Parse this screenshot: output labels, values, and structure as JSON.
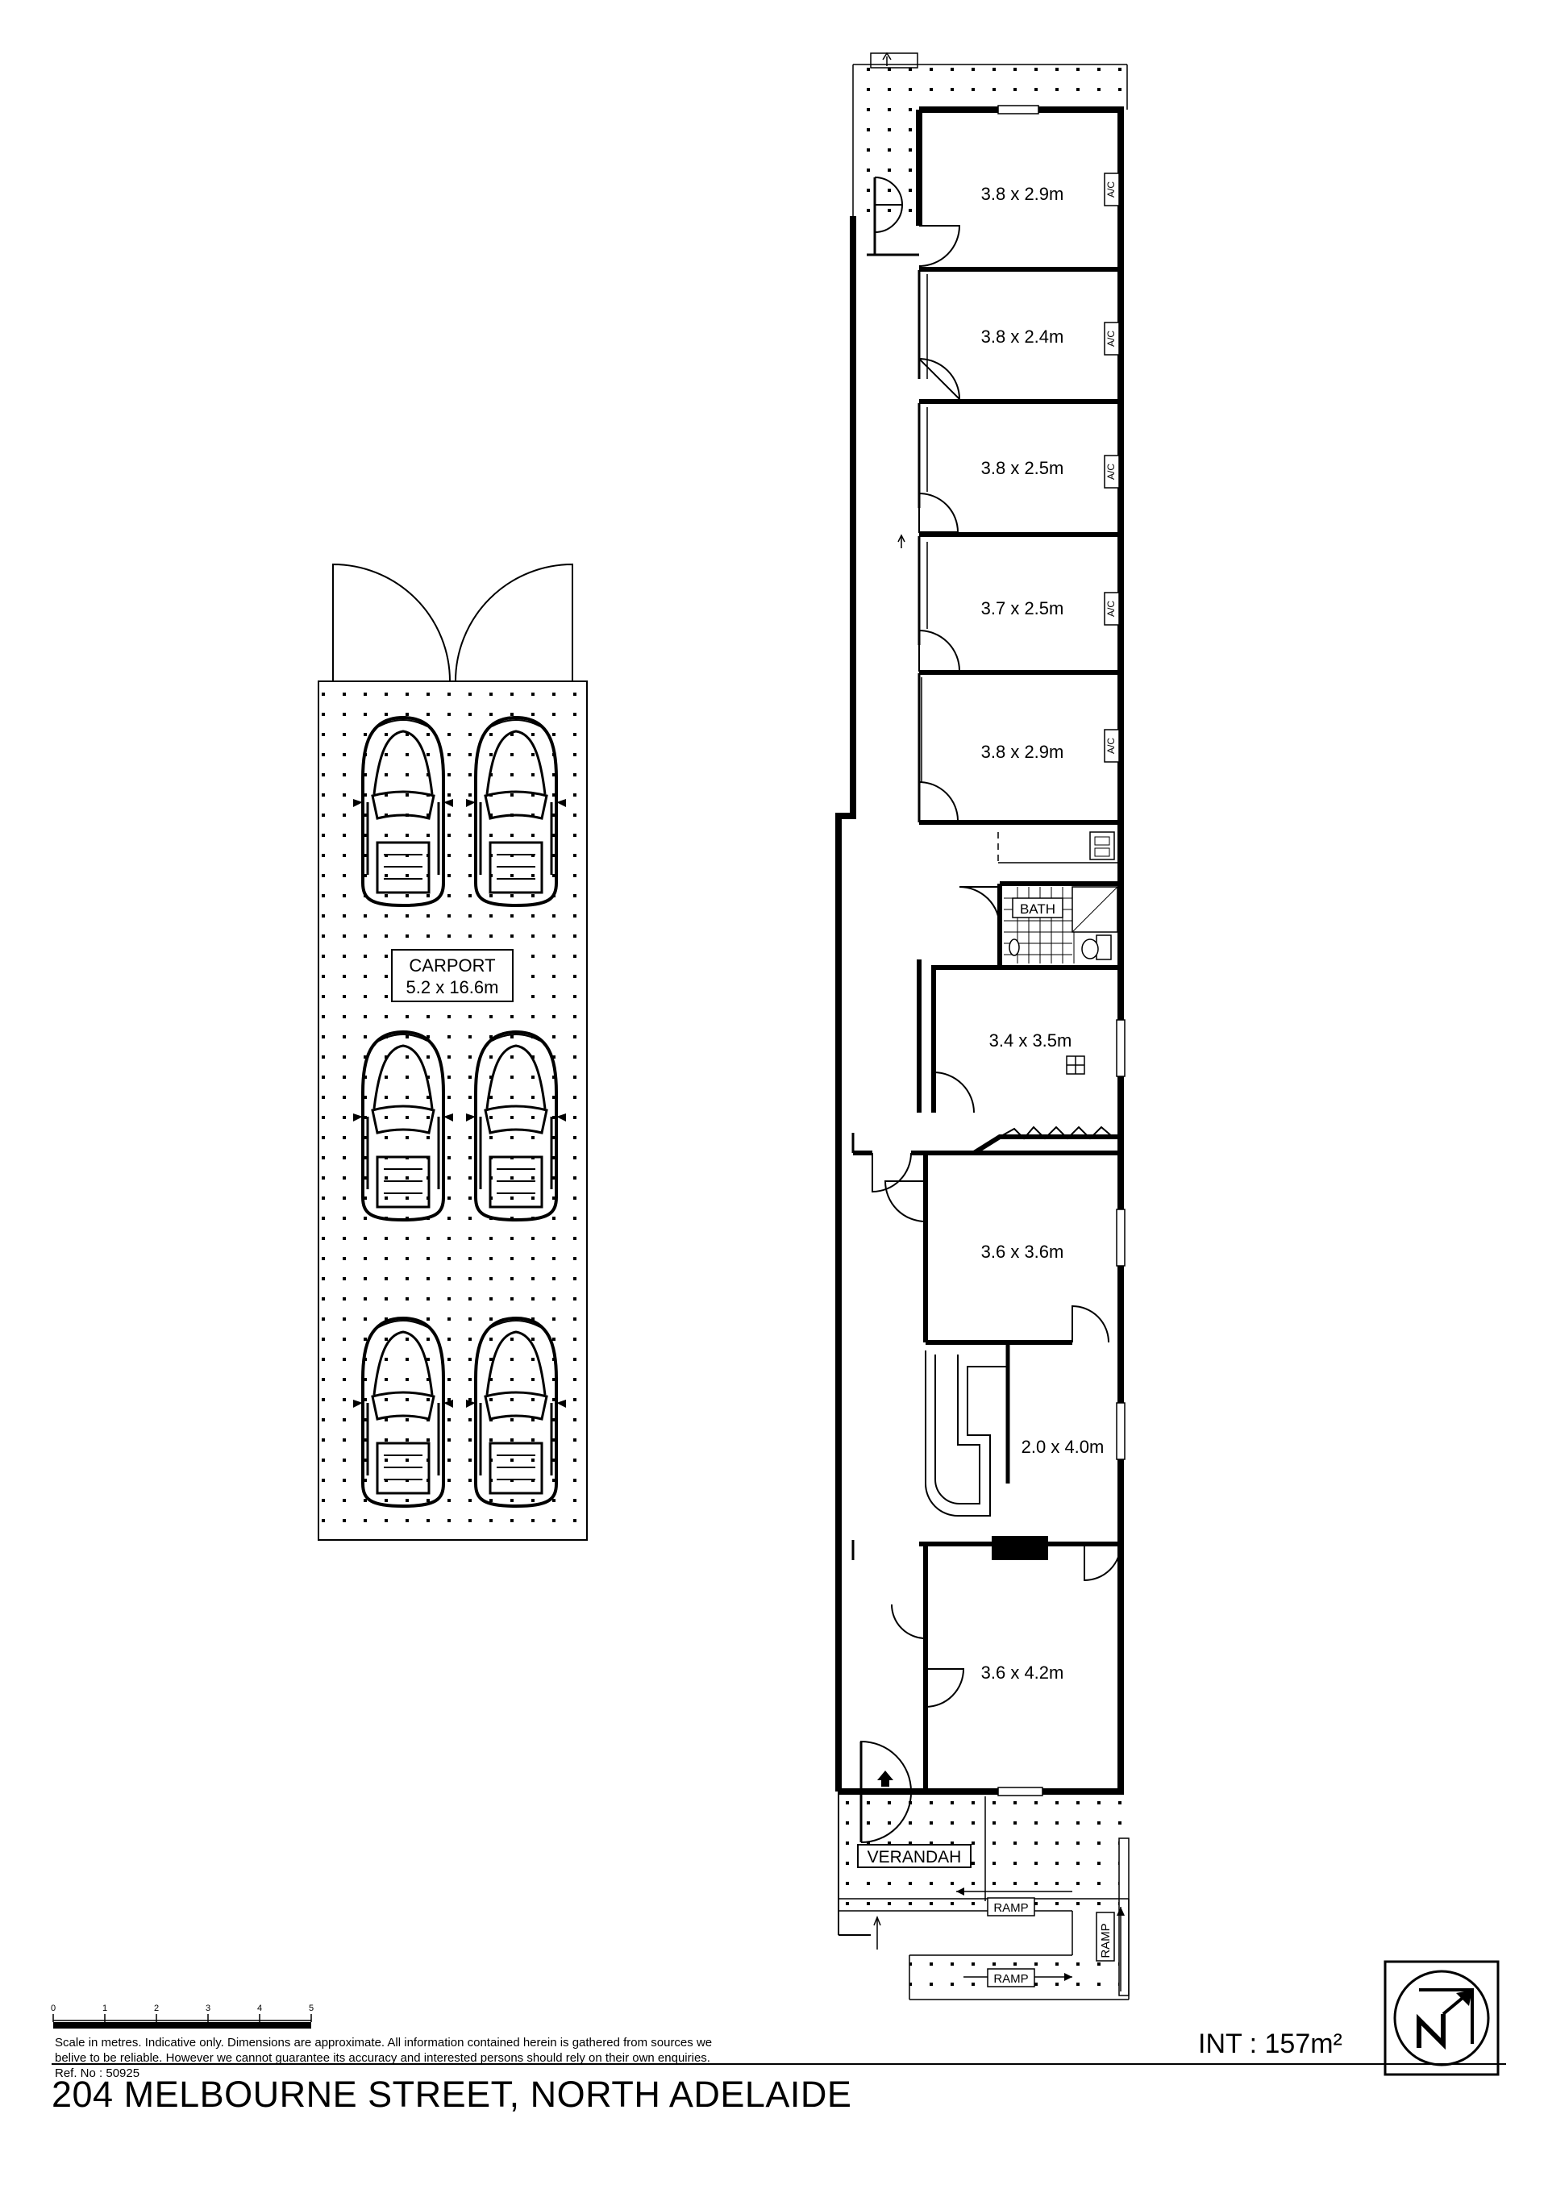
{
  "title": "204 MELBOURNE STREET, NORTH ADELAIDE",
  "area": {
    "label": "INT :",
    "value": "157m²"
  },
  "disclaimer": {
    "line1": "Scale in metres. Indicative only. Dimensions are approximate. All information contained herein is gathered from sources we",
    "line2": "belive to be reliable. However we cannot guarantee its accuracy and interested persons should rely on their own enquiries.",
    "line3": "Ref. No : 50925"
  },
  "scale_bar": {
    "ticks": [
      "0",
      "1",
      "2",
      "3",
      "4",
      "5"
    ]
  },
  "rooms": [
    {
      "id": "room-1",
      "label": "3.8 x 2.9m"
    },
    {
      "id": "room-2",
      "label": "3.8 x 2.4m"
    },
    {
      "id": "room-3",
      "label": "3.8 x 2.5m"
    },
    {
      "id": "room-4",
      "label": "3.7 x 2.5m"
    },
    {
      "id": "room-5",
      "label": "3.8 x 2.9m"
    },
    {
      "id": "room-6",
      "label": "3.4 x 3.5m"
    },
    {
      "id": "room-7",
      "label": "3.6 x 3.6m"
    },
    {
      "id": "room-8",
      "label": "2.0 x 4.0m"
    },
    {
      "id": "room-9",
      "label": "3.6 x 4.2m"
    }
  ],
  "labels": {
    "bath": "BATH",
    "verandah": "VERANDAH",
    "ramp": "RAMP",
    "carport_name": "CARPORT",
    "carport_size": "5.2 x 16.6m",
    "ac": "A/C"
  }
}
